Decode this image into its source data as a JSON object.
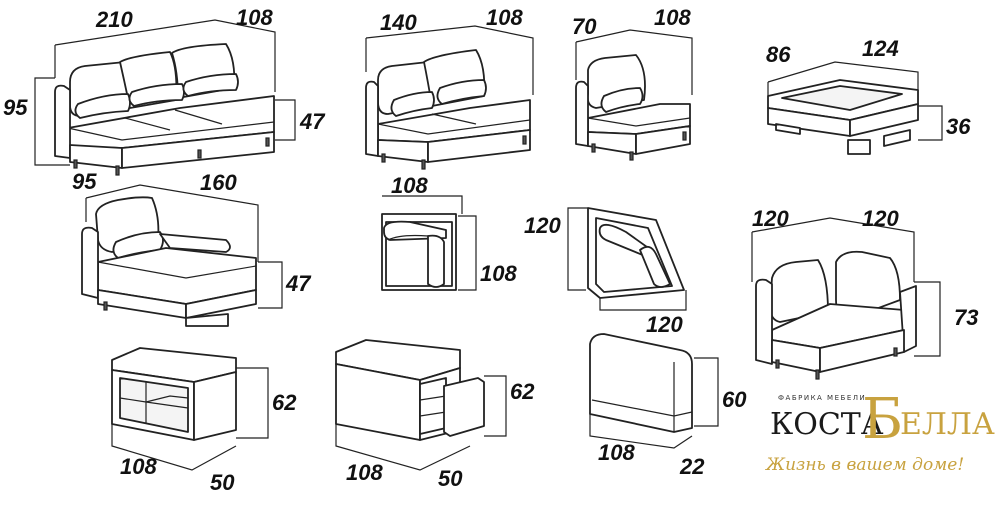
{
  "modules": {
    "sofa3": {
      "width": "210",
      "depth": "108",
      "height": "95",
      "seat_height": "47",
      "seat_depth": "95"
    },
    "sofa2": {
      "width": "140",
      "depth": "108"
    },
    "sofa1": {
      "width": "70",
      "depth": "108"
    },
    "ottoman": {
      "width": "86",
      "depth": "124",
      "height": "36"
    },
    "chaise": {
      "depth": "160",
      "height": "47"
    },
    "corner_square": {
      "side": "108",
      "height": "108"
    },
    "corner_angled": {
      "side_a": "120",
      "side_b": "120"
    },
    "corner_chair": {
      "side_a": "120",
      "side_b": "120",
      "height": "73"
    },
    "shelf_unit": {
      "height": "62",
      "width": "108",
      "depth": "50"
    },
    "drawer_unit": {
      "height": "62",
      "width": "108",
      "depth": "50"
    },
    "panel": {
      "height": "60",
      "width": "108",
      "thickness": "22"
    }
  },
  "logo": {
    "factory": "ФАБРИКА МЕБЕЛИ",
    "name_left": "КОСТА",
    "name_b": "Б",
    "name_right": "ЕЛЛА",
    "tagline": "Жизнь в вашем доме!"
  },
  "colors": {
    "line": "#222222",
    "gold": "#c8a23f"
  }
}
